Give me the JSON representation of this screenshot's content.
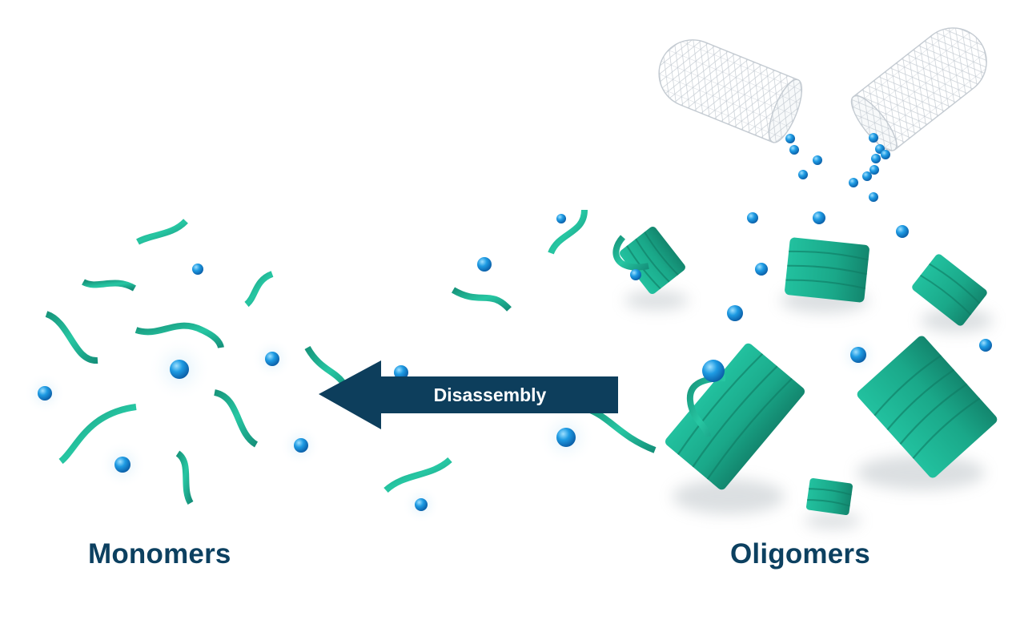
{
  "labels": {
    "monomers": "Monomers",
    "oligomers": "Oligomers",
    "arrow": "Disassembly"
  },
  "colors": {
    "strand": "#1fb394",
    "strand_dark": "#12876f",
    "sphere": "#1b8fd8",
    "sphere_light": "#6cc6ff",
    "arrow": "#0d3e5c",
    "text": "#0c4060",
    "capsule_mesh": "#c9d0d6"
  },
  "icons": {
    "capsule": "open-capsule-mesh-icon",
    "monomer": "monomer-strand-icon",
    "oligomer": "oligomer-sheet-icon",
    "ion": "ion-sphere-icon",
    "arrow": "left-arrow-icon"
  }
}
